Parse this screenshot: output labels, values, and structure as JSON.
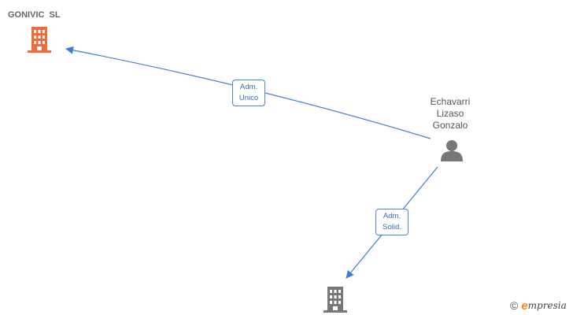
{
  "nodes": {
    "company_1": {
      "name": "GONIVIC  SL",
      "icon": "building-icon",
      "color": "#f26b3a"
    },
    "person_1": {
      "name_lines": [
        "Echavarri",
        "Lizaso",
        "Gonzalo"
      ],
      "icon": "person-icon",
      "color": "#777777"
    },
    "company_2": {
      "name": "",
      "icon": "building-icon",
      "color": "#777777"
    }
  },
  "relations": [
    {
      "lines": [
        "Adm.",
        "Unico"
      ],
      "from": "person_1",
      "to": "company_1"
    },
    {
      "lines": [
        "Adm.",
        "Solid."
      ],
      "from": "person_1",
      "to": "company_2"
    }
  ],
  "colors": {
    "edge": "#3f7fd0",
    "label_border": "#4a86d0"
  },
  "brand": {
    "copyright": "©",
    "e": "e",
    "rest": "mpresia"
  }
}
